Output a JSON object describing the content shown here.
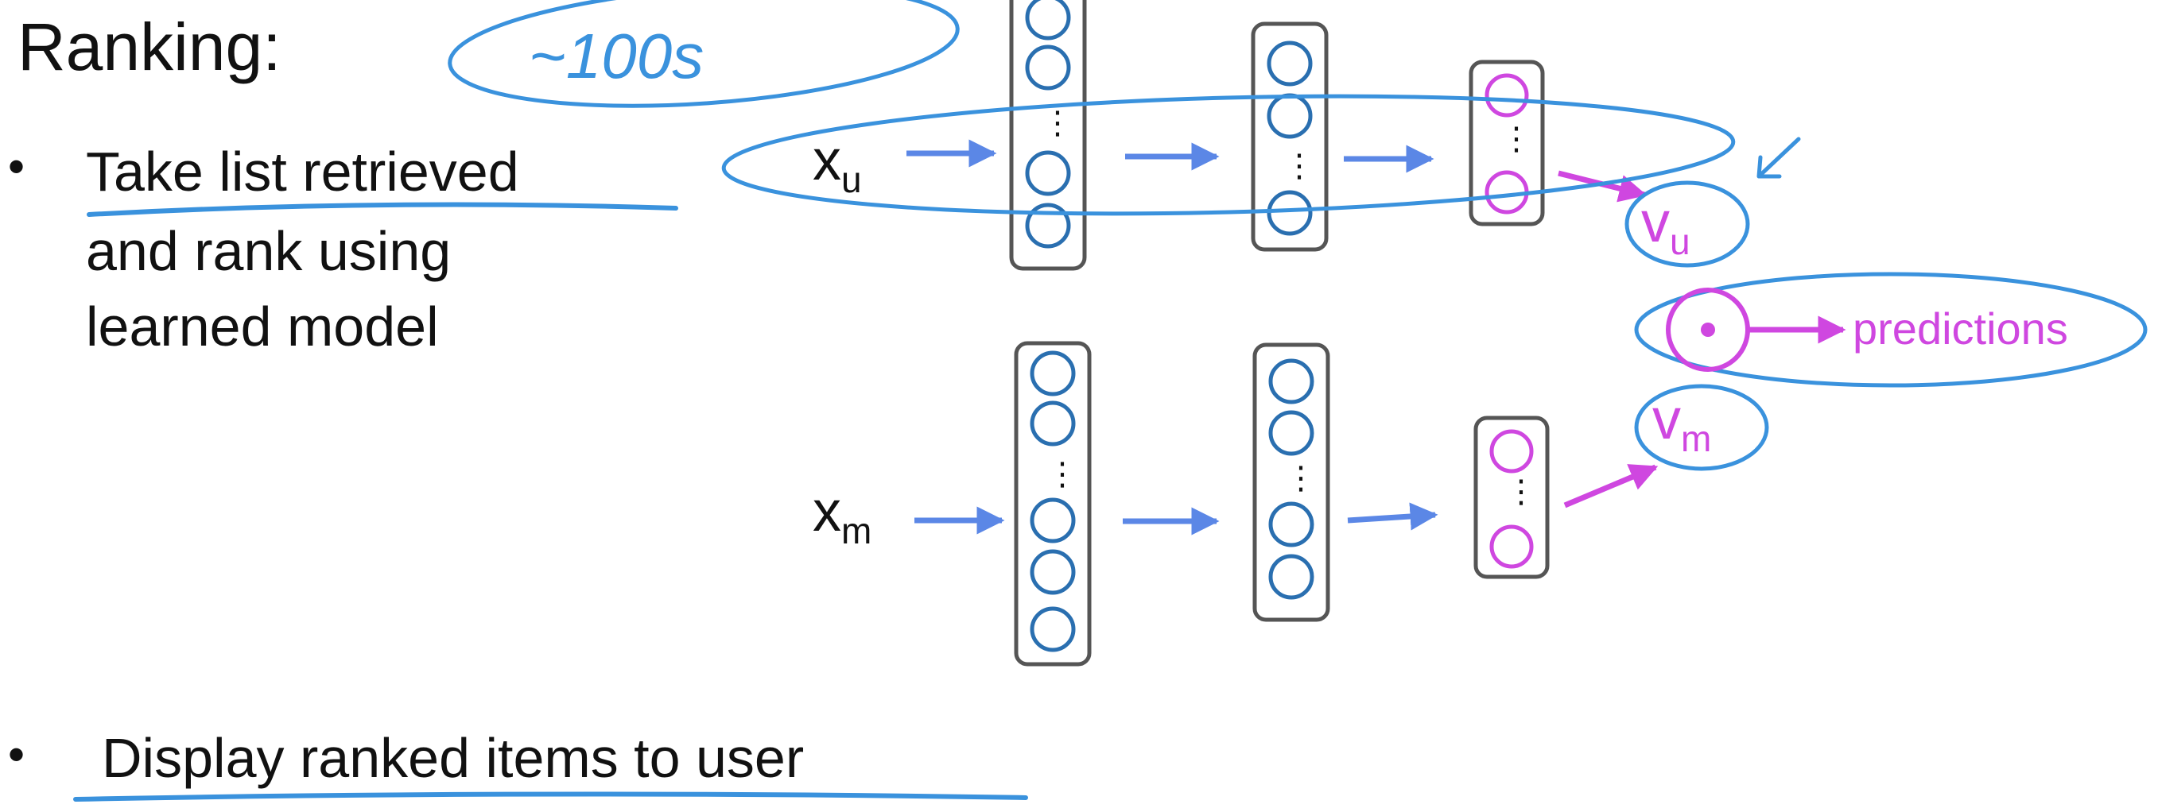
{
  "title": "Ranking:",
  "annotations": {
    "count_note": "~100s"
  },
  "bullets": [
    {
      "marker": "•",
      "lines": [
        "Take list retrieved",
        "and rank using",
        "learned model"
      ]
    },
    {
      "marker": "•",
      "lines": [
        "Display ranked items to user"
      ]
    }
  ],
  "diagram": {
    "user_input": {
      "base": "x",
      "sub": "u"
    },
    "movie_input": {
      "base": "x",
      "sub": "m"
    },
    "user_vector": {
      "base": "v",
      "sub": "u"
    },
    "movie_vector": {
      "base": "v",
      "sub": "m"
    },
    "output_label": "predictions",
    "ellipsis": "⋮"
  },
  "colors": {
    "text": "#111111",
    "node_blue": "#2a6fb0",
    "layer_border": "#555555",
    "arrow_blue": "#5b87e6",
    "magenta": "#cf47e0",
    "annotation_blue": "#3a92dd"
  }
}
